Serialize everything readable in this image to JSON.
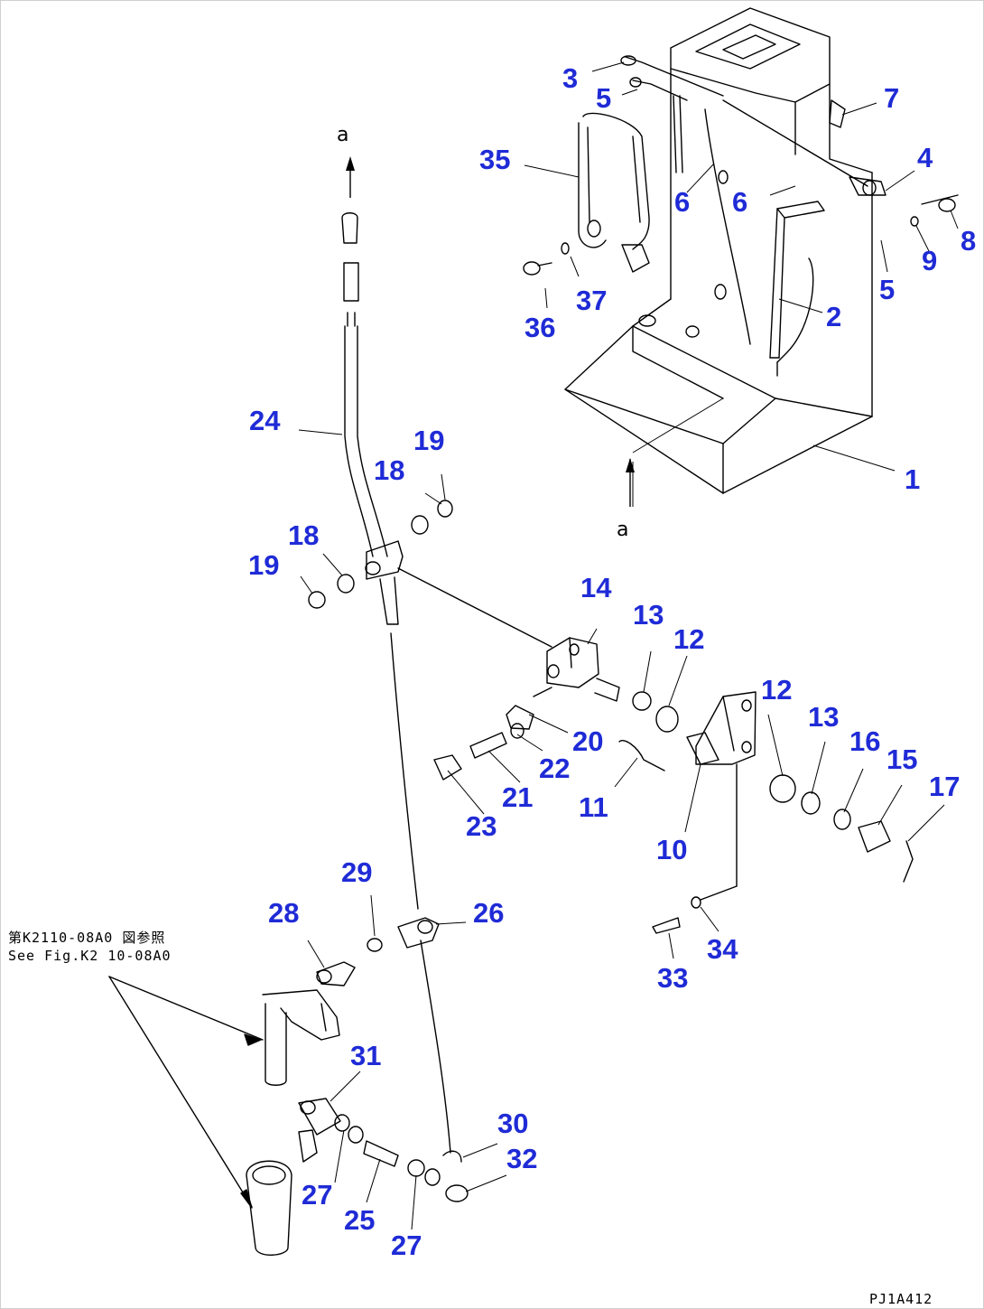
{
  "diagram": {
    "parts": [
      {
        "id": "p1",
        "label": "1"
      },
      {
        "id": "p2",
        "label": "2"
      },
      {
        "id": "p3",
        "label": "3"
      },
      {
        "id": "p4",
        "label": "4"
      },
      {
        "id": "p5a",
        "label": "5"
      },
      {
        "id": "p5b",
        "label": "5"
      },
      {
        "id": "p6a",
        "label": "6"
      },
      {
        "id": "p6b",
        "label": "6"
      },
      {
        "id": "p7",
        "label": "7"
      },
      {
        "id": "p8",
        "label": "8"
      },
      {
        "id": "p9",
        "label": "9"
      },
      {
        "id": "p10",
        "label": "10"
      },
      {
        "id": "p11",
        "label": "11"
      },
      {
        "id": "p12a",
        "label": "12"
      },
      {
        "id": "p12b",
        "label": "12"
      },
      {
        "id": "p13a",
        "label": "13"
      },
      {
        "id": "p13b",
        "label": "13"
      },
      {
        "id": "p14",
        "label": "14"
      },
      {
        "id": "p15",
        "label": "15"
      },
      {
        "id": "p16",
        "label": "16"
      },
      {
        "id": "p17",
        "label": "17"
      },
      {
        "id": "p18a",
        "label": "18"
      },
      {
        "id": "p18b",
        "label": "18"
      },
      {
        "id": "p19a",
        "label": "19"
      },
      {
        "id": "p19b",
        "label": "19"
      },
      {
        "id": "p20",
        "label": "20"
      },
      {
        "id": "p21",
        "label": "21"
      },
      {
        "id": "p22",
        "label": "22"
      },
      {
        "id": "p23",
        "label": "23"
      },
      {
        "id": "p24",
        "label": "24"
      },
      {
        "id": "p25",
        "label": "25"
      },
      {
        "id": "p26",
        "label": "26"
      },
      {
        "id": "p27a",
        "label": "27"
      },
      {
        "id": "p27b",
        "label": "27"
      },
      {
        "id": "p28",
        "label": "28"
      },
      {
        "id": "p29",
        "label": "29"
      },
      {
        "id": "p30",
        "label": "30"
      },
      {
        "id": "p31",
        "label": "31"
      },
      {
        "id": "p32",
        "label": "32"
      },
      {
        "id": "p33",
        "label": "33"
      },
      {
        "id": "p34",
        "label": "34"
      },
      {
        "id": "p35",
        "label": "35"
      },
      {
        "id": "p36",
        "label": "36"
      },
      {
        "id": "p37",
        "label": "37"
      }
    ],
    "marks": {
      "top": "a",
      "bottom": "a"
    },
    "reference_jp": "第K2110-08A0 図参照",
    "reference_en": "See Fig.K2 10-08A0",
    "drawing_code": "PJ1A412",
    "callout_color": "#1f2bd6"
  }
}
